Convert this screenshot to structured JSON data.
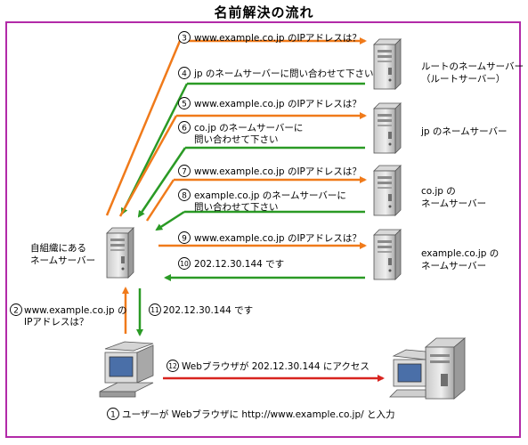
{
  "title": "名前解決の流れ",
  "colors": {
    "frame": "#b22aa8",
    "orange": "#f07a1a",
    "green": "#2a9a25",
    "red": "#d8241f"
  },
  "servers": {
    "local": [
      "自組織にある",
      "ネームサーバー"
    ],
    "root": [
      "ルートのネームサーバー",
      "（ルートサーバー）"
    ],
    "jp": [
      "jp のネームサーバー"
    ],
    "cojp": [
      "co.jp の",
      "ネームサーバー"
    ],
    "example": [
      "example.co.jp の",
      "ネームサーバー"
    ]
  },
  "steps": {
    "s1": {
      "num": "1",
      "text": "ユーザーが Webブラウザに http://www.example.co.jp/ と入力"
    },
    "s2": {
      "num": "2",
      "text": [
        "www.example.co.jp の",
        "IPアドレスは？"
      ]
    },
    "s3": {
      "num": "3",
      "text": "www.example.co.jp のIPアドレスは？"
    },
    "s4": {
      "num": "4",
      "text": "jp のネームサーバーに問い合わせて下さい"
    },
    "s5": {
      "num": "5",
      "text": "www.example.co.jp のIPアドレスは？"
    },
    "s6": {
      "num": "6",
      "text": [
        "co.jp のネームサーバーに",
        "問い合わせて下さい"
      ]
    },
    "s7": {
      "num": "7",
      "text": "www.example.co.jp のIPアドレスは？"
    },
    "s8": {
      "num": "8",
      "text": [
        "example.co.jp のネームサーバーに",
        "問い合わせて下さい"
      ]
    },
    "s9": {
      "num": "9",
      "text": "www.example.co.jp のIPアドレスは？"
    },
    "s10": {
      "num": "10",
      "text": "202.12.30.144 です"
    },
    "s11": {
      "num": "11",
      "text": "202.12.30.144 です"
    },
    "s12": {
      "num": "12",
      "text": "Webブラウザが 202.12.30.144 にアクセス"
    }
  }
}
